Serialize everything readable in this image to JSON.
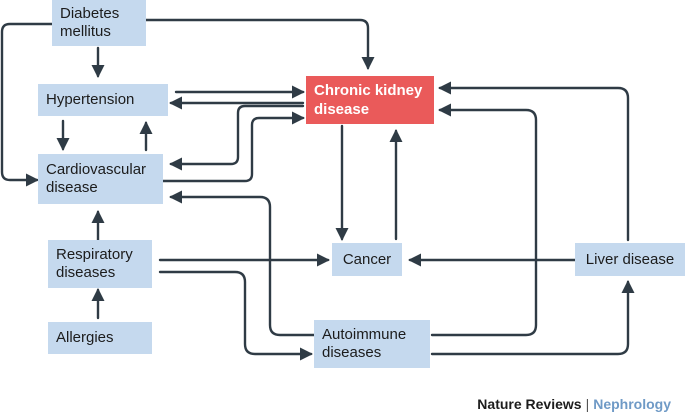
{
  "nodes": {
    "diabetes": "Diabetes\nmellitus",
    "hypertension": "Hypertension",
    "cardiovascular": "Cardiovascular\ndisease",
    "respiratory": "Respiratory\ndiseases",
    "allergies": "Allergies",
    "ckd": "Chronic kidney\ndisease",
    "cancer": "Cancer",
    "autoimmune": "Autoimmune\ndiseases",
    "liver": "Liver disease"
  },
  "edges": [
    {
      "from": "diabetes",
      "to": "hypertension"
    },
    {
      "from": "diabetes",
      "to": "cardiovascular"
    },
    {
      "from": "diabetes",
      "to": "ckd"
    },
    {
      "from": "hypertension",
      "to": "ckd"
    },
    {
      "from": "ckd",
      "to": "hypertension"
    },
    {
      "from": "hypertension",
      "to": "cardiovascular"
    },
    {
      "from": "cardiovascular",
      "to": "hypertension"
    },
    {
      "from": "ckd",
      "to": "cardiovascular"
    },
    {
      "from": "cardiovascular",
      "to": "ckd"
    },
    {
      "from": "respiratory",
      "to": "cardiovascular"
    },
    {
      "from": "allergies",
      "to": "respiratory"
    },
    {
      "from": "respiratory",
      "to": "cancer"
    },
    {
      "from": "respiratory",
      "to": "autoimmune"
    },
    {
      "from": "autoimmune",
      "to": "cardiovascular"
    },
    {
      "from": "autoimmune",
      "to": "ckd"
    },
    {
      "from": "autoimmune",
      "to": "liver"
    },
    {
      "from": "ckd",
      "to": "cancer"
    },
    {
      "from": "cancer",
      "to": "ckd"
    },
    {
      "from": "liver",
      "to": "cancer"
    },
    {
      "from": "liver",
      "to": "ckd"
    }
  ],
  "colors": {
    "node_fill": "#c5d9ee",
    "ckd_fill": "#ea5a5a",
    "arrow": "#2f3b45",
    "journal_accent": "#6f9ac6"
  },
  "credit": {
    "publisher": "Nature Reviews",
    "separator": "|",
    "journal": "Nephrology"
  }
}
